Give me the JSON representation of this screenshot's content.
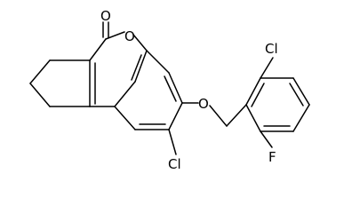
{
  "molecule": {
    "atom_labels": {
      "carbonyl_oxygen": "O",
      "ring_oxygen": "O",
      "ether_oxygen": "O",
      "ring_chlorine": "Cl",
      "benzyl_chlorine": "Cl",
      "fluorine": "F"
    }
  }
}
